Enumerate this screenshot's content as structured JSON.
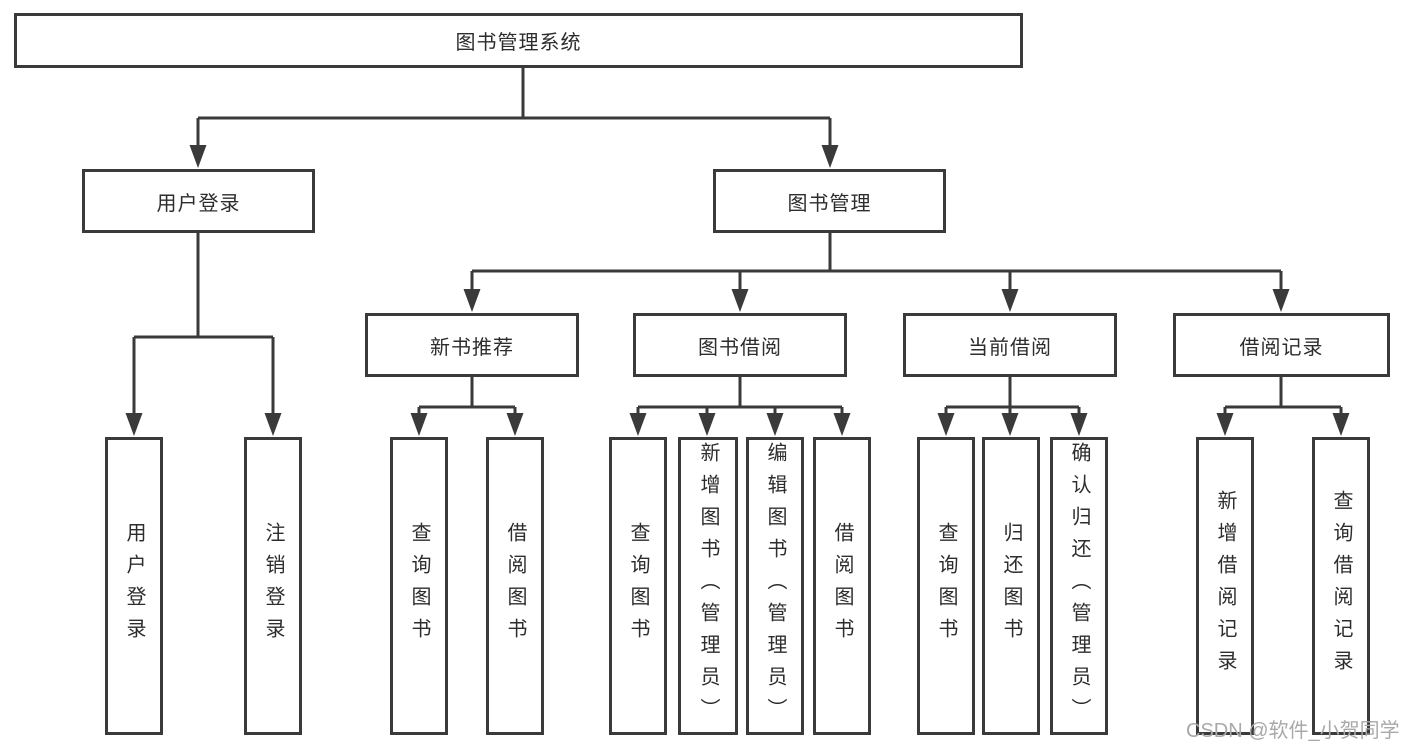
{
  "root": {
    "label": "图书管理系统"
  },
  "login": {
    "label": "用户登录",
    "children": [
      {
        "label": "用户登录"
      },
      {
        "label": "注销登录"
      }
    ]
  },
  "management": {
    "label": "图书管理",
    "sections": [
      {
        "label": "新书推荐",
        "children": [
          {
            "label": "查询图书"
          },
          {
            "label": "借阅图书"
          }
        ]
      },
      {
        "label": "图书借阅",
        "children": [
          {
            "label": "查询图书"
          },
          {
            "label": "新增图书（管理员）"
          },
          {
            "label": "编辑图书（管理员）"
          },
          {
            "label": "借阅图书"
          }
        ]
      },
      {
        "label": "当前借阅",
        "children": [
          {
            "label": "查询图书"
          },
          {
            "label": "归还图书"
          },
          {
            "label": "确认归还（管理员）"
          }
        ]
      },
      {
        "label": "借阅记录",
        "children": [
          {
            "label": "新增借阅记录"
          },
          {
            "label": "查询借阅记录"
          }
        ]
      }
    ]
  },
  "watermark": {
    "text": "CSDN @软件_小贺同学"
  },
  "colors": {
    "line": "#3a3a3a",
    "text": "#2d2d2d",
    "watermark": "#a9a9a9",
    "background": "#ffffff"
  }
}
